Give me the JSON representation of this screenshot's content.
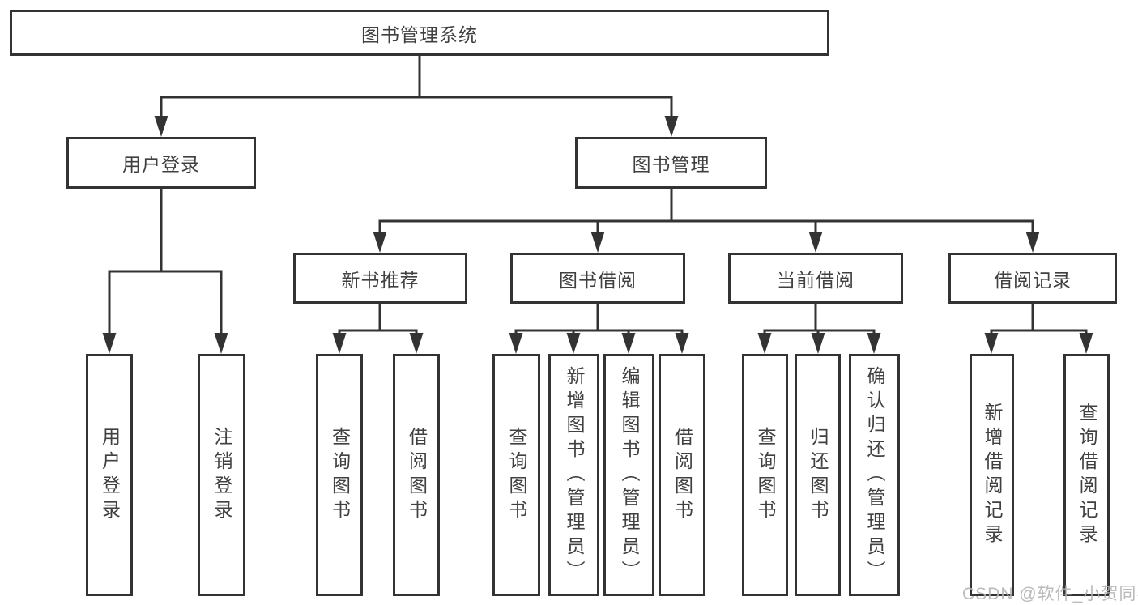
{
  "tree": {
    "root": "图书管理系统",
    "branches": [
      {
        "label": "用户登录",
        "children": [
          {
            "label": "用户登录"
          },
          {
            "label": "注销登录"
          }
        ]
      },
      {
        "label": "图书管理",
        "children": [
          {
            "label": "新书推荐",
            "children": [
              {
                "label": "查询图书"
              },
              {
                "label": "借阅图书"
              }
            ]
          },
          {
            "label": "图书借阅",
            "children": [
              {
                "label": "查询图书"
              },
              {
                "label": "新增图书（管理员）"
              },
              {
                "label": "编辑图书（管理员）"
              },
              {
                "label": "借阅图书"
              }
            ]
          },
          {
            "label": "当前借阅",
            "children": [
              {
                "label": "查询图书"
              },
              {
                "label": "归还图书"
              },
              {
                "label": "确认归还（管理员）"
              }
            ]
          },
          {
            "label": "借阅记录",
            "children": [
              {
                "label": "新增借阅记录"
              },
              {
                "label": "查询借阅记录"
              }
            ]
          }
        ]
      }
    ]
  },
  "watermark": "CSDN @软件_小贺同学",
  "colors": {
    "line": "#333333",
    "box_border": "#333333",
    "text": "#404040",
    "watermark_text": "#b2b2b2",
    "background": "#ffffff"
  }
}
